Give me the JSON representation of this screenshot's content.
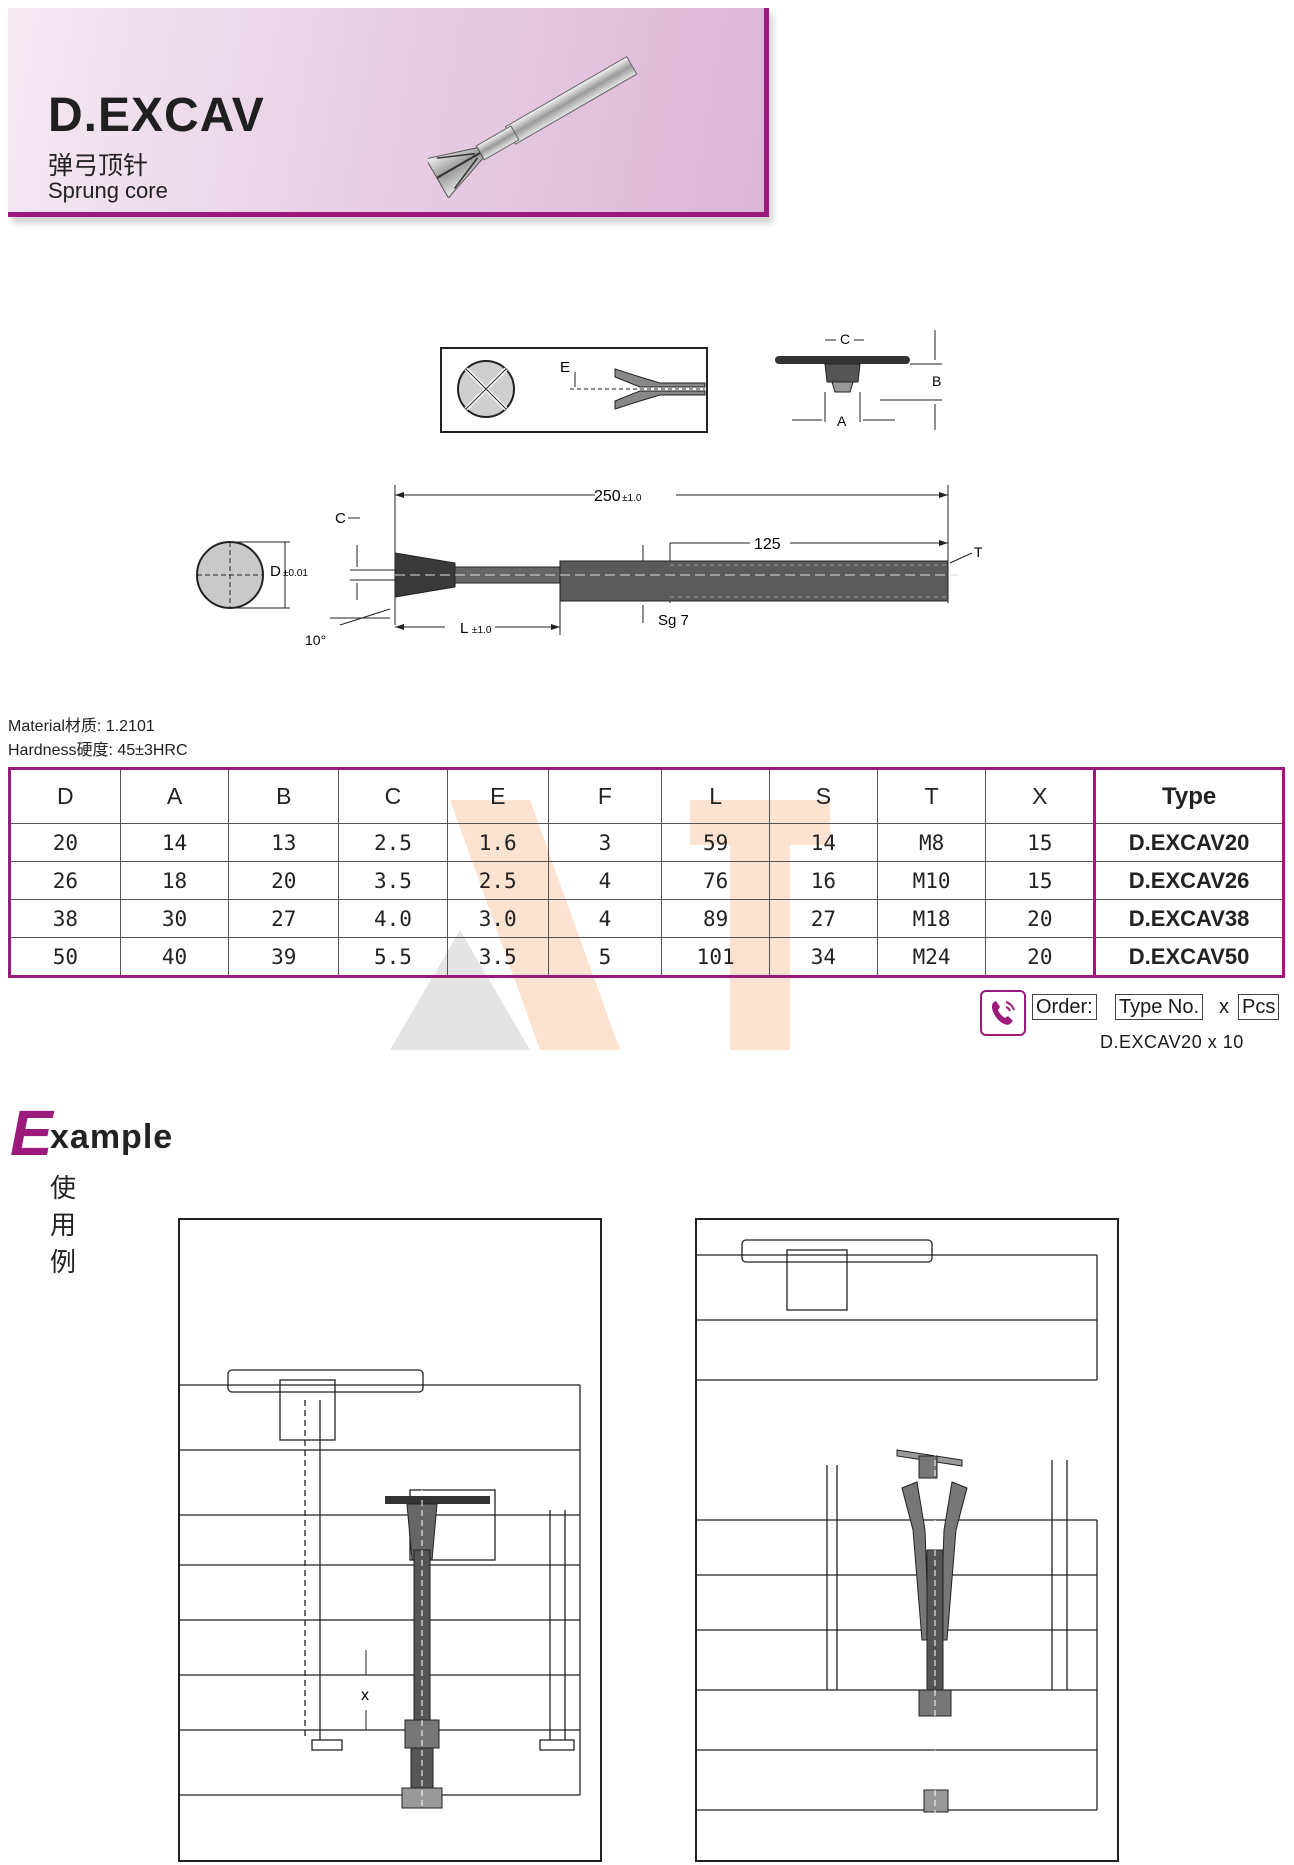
{
  "header": {
    "title": "D.EXCAV",
    "subtitle_cn": "弹弓顶针",
    "subtitle_en": "Sprung core"
  },
  "drawing": {
    "len_total": "250",
    "len_total_tol": "±1.0",
    "len_125": "125",
    "label_C": "C",
    "label_D": "D",
    "tol_D": "±0.01",
    "label_L": "L",
    "tol_L": "±1.0",
    "label_T": "T",
    "label_sg": "Sg 7",
    "angle": "10°",
    "label_E": "E",
    "label_B": "B",
    "label_A": "A"
  },
  "specs": {
    "material": "Material材质: 1.2101",
    "hardness": "Hardness硬度: 45±3HRC"
  },
  "table": {
    "headers": [
      "D",
      "A",
      "B",
      "C",
      "E",
      "F",
      "L",
      "S",
      "T",
      "X",
      "Type"
    ],
    "rows": [
      [
        "20",
        "14",
        "13",
        "2.5",
        "1.6",
        "3",
        "59",
        "14",
        "M8",
        "15",
        "D.EXCAV20"
      ],
      [
        "26",
        "18",
        "20",
        "3.5",
        "2.5",
        "4",
        "76",
        "16",
        "M10",
        "15",
        "D.EXCAV26"
      ],
      [
        "38",
        "30",
        "27",
        "4.0",
        "3.0",
        "4",
        "89",
        "27",
        "M18",
        "20",
        "D.EXCAV38"
      ],
      [
        "50",
        "40",
        "39",
        "5.5",
        "3.5",
        "5",
        "101",
        "34",
        "M24",
        "20",
        "D.EXCAV50"
      ]
    ]
  },
  "order": {
    "label": "Order:",
    "type_no": "Type No.",
    "x": "x",
    "pcs": "Pcs",
    "example": "D.EXCAV20  x  10"
  },
  "example": {
    "first_letter": "E",
    "rest": "xample",
    "cn": "使用例",
    "x_label": "x"
  },
  "colors": {
    "accent": "#9c1a7b",
    "line": "#222222"
  }
}
